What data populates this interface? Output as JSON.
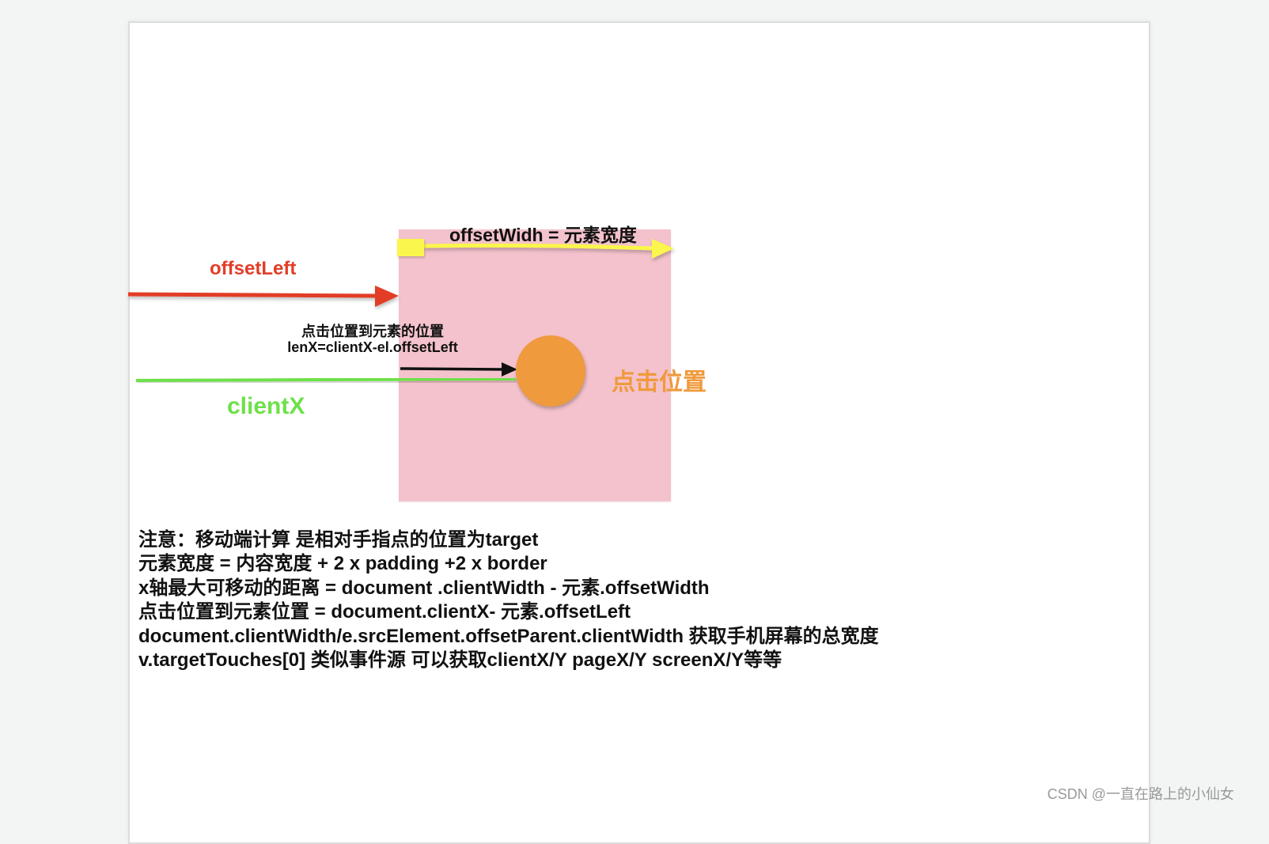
{
  "diagram": {
    "title": "offsetWidh = 元素宽度",
    "offset_left_label": "offsetLeft",
    "len_label_line1": "点击位置到元素的位置",
    "len_label_line2": "lenX=clientX-el.offsetLeft",
    "client_x_label": "clientX",
    "click_position_label": "点击位置",
    "colors": {
      "element_box": "#f4c2cc",
      "offset_width_arrow": "#fbf64c",
      "offset_left_arrow": "#e23d28",
      "client_x_line": "#6ee04a",
      "len_x_arrow": "#111111",
      "click_point": "#ef9a3c"
    }
  },
  "notes": {
    "lines": [
      "注意：移动端计算  是相对手指点的位置为target",
      "元素宽度 = 内容宽度 + 2 x padding +2 x border",
      "x轴最大可移动的距离 = document .clientWidth - 元素.offsetWidth",
      "点击位置到元素位置  = document.clientX- 元素.offsetLeft",
      "document.clientWidth/e.srcElement.offsetParent.clientWidth  获取手机屏幕的总宽度",
      "v.targetTouches[0] 类似事件源 可以获取clientX/Y pageX/Y screenX/Y等等"
    ]
  },
  "watermark": "CSDN @一直在路上的小仙女"
}
